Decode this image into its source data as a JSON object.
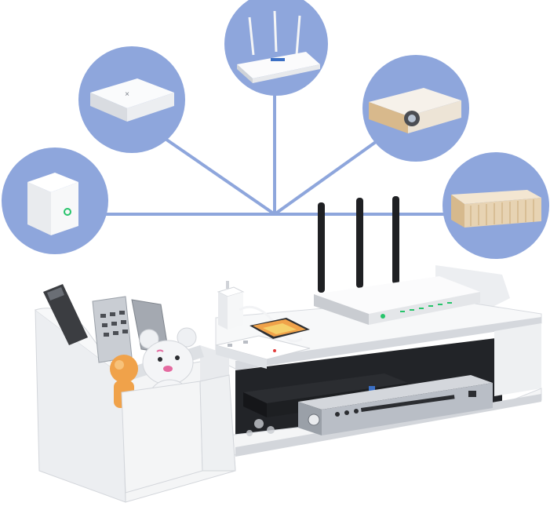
{
  "colors": {
    "background": "#ffffff",
    "bubble_fill": "#8ea6dc",
    "connector_line": "#8ea6dc",
    "furniture_white": "#f4f5f6",
    "shadow_gray": "#c9ccd1",
    "dark_slot": "#222428",
    "antenna_black": "#1f2023",
    "led_green": "#27c46b",
    "bear_white": "#eef0f3",
    "bear_pink": "#e46aa0",
    "projector_tan": "#d8b98c",
    "router_label_blue": "#3b6fc4"
  },
  "bubbles": [
    {
      "device": "wifi-cube-mesh-node"
    },
    {
      "device": "tv-set-top-box"
    },
    {
      "device": "wireless-router"
    },
    {
      "device": "projector"
    },
    {
      "device": "mesh-router-tan"
    }
  ],
  "scene_icons": [
    "router",
    "set-top-box",
    "dvd-player",
    "power-strip",
    "phone-charger",
    "smartphone",
    "remote-controls",
    "toy-bear",
    "wall-shelf"
  ]
}
